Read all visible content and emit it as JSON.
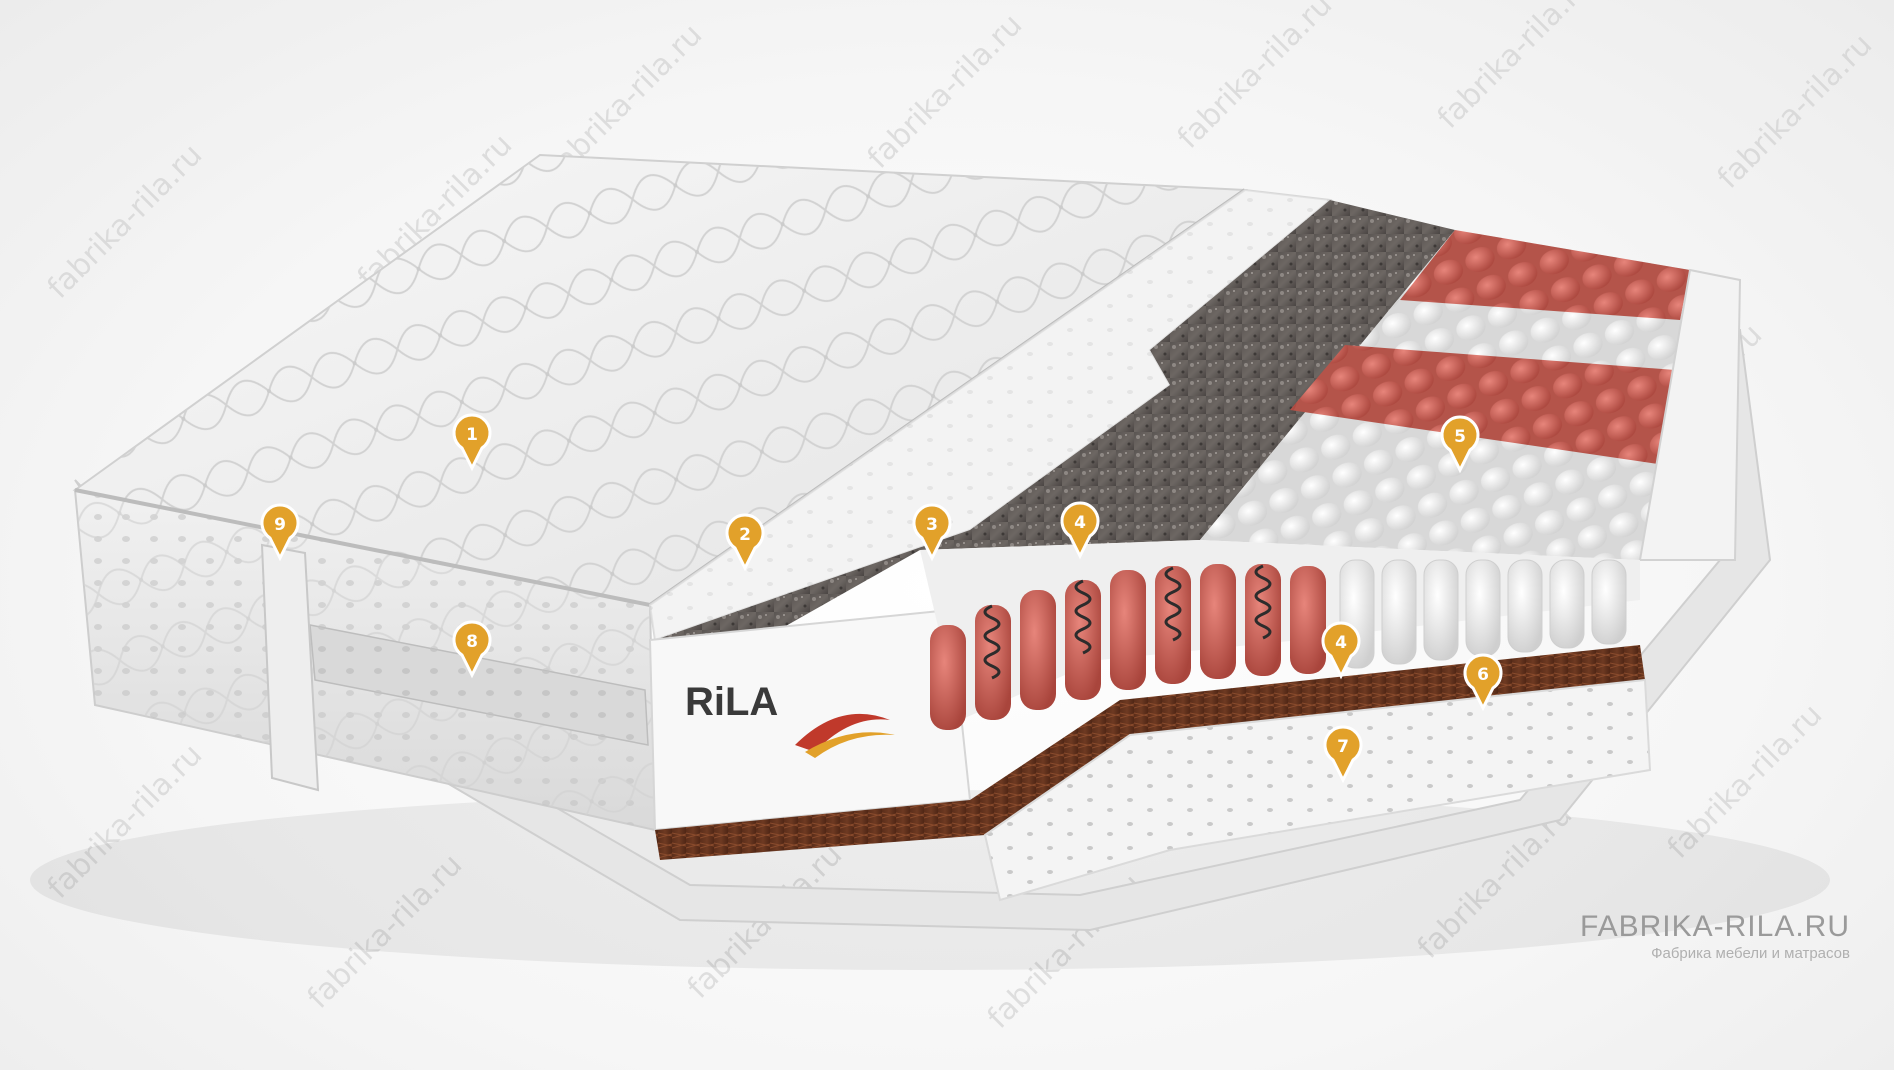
{
  "brand": {
    "domain": "FABRIKA-RILA.RU",
    "tagline": "Фабрика мебели и матрасов",
    "logo_text": "RiLA",
    "accent_color": "#e2a12a",
    "spring_color": "#c5574c"
  },
  "watermark": "fabrika-rila.ru",
  "layer_markers": [
    "1",
    "2",
    "3",
    "4",
    "4",
    "5",
    "6",
    "7",
    "8",
    "9"
  ]
}
